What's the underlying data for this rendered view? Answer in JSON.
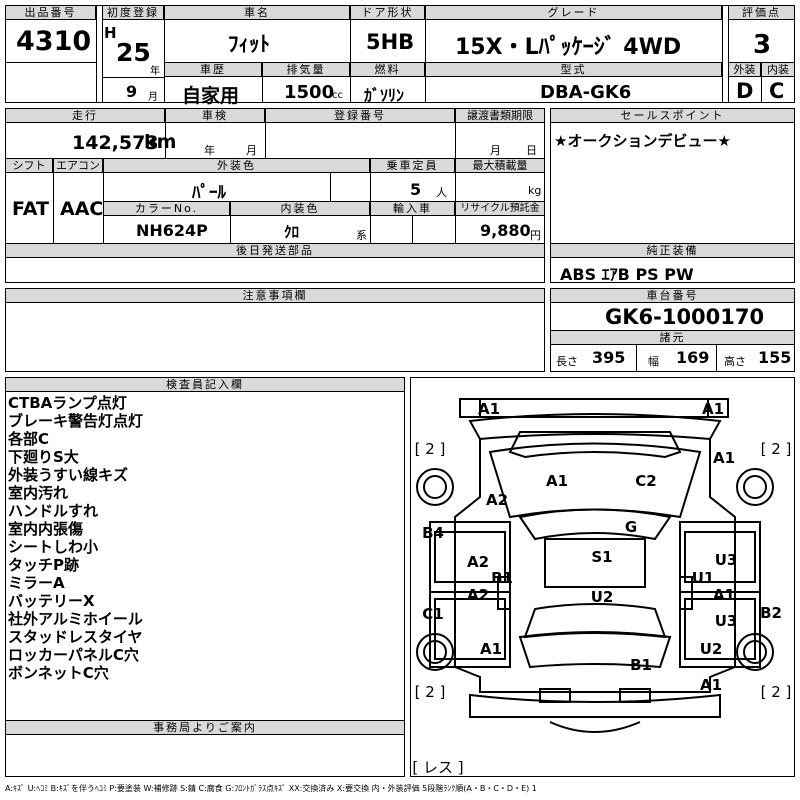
{
  "header": {
    "lot_label": "出品番号",
    "lot_value": "4310",
    "first_reg_label": "初度登録",
    "era": "H",
    "year": "25",
    "year_unit": "年",
    "history_label": "車歴",
    "month": "9",
    "month_unit": "月",
    "history_value": "自家用",
    "name_label": "車名",
    "name_value": "ﾌｨｯﾄ",
    "displacement_label": "排気量",
    "displacement_value": "1500",
    "displacement_unit": "cc",
    "door_label": "ドア形状",
    "door_value": "5HB",
    "fuel_label": "燃料",
    "fuel_value": "ｶﾞｿﾘﾝ",
    "grade_label": "グレード",
    "grade_value": "15X・Lﾊﾟｯｹｰｼﾞ 4WD",
    "model_label": "型式",
    "model_value": "DBA-GK6",
    "score_label": "評価点",
    "score_value": "3",
    "exterior_label": "外装",
    "exterior_value": "D",
    "interior_label": "内装",
    "interior_value": "C"
  },
  "details": {
    "mileage_label": "走行",
    "mileage_value": "142,573",
    "mileage_unit": "km",
    "inspection_label": "車検",
    "inspection_year_unit": "年",
    "inspection_month_unit": "月",
    "registration_label": "登録番号",
    "transfer_label": "譲渡書類期限",
    "transfer_month_unit": "月",
    "transfer_day_unit": "日",
    "shift_label": "シフト",
    "shift_value": "FAT",
    "ac_label": "エアコン",
    "ac_value": "AAC",
    "ext_color_label": "外装色",
    "ext_color_value": "ﾊﾟｰﾙ",
    "capacity_label": "乗車定員",
    "capacity_value": "5",
    "capacity_unit": "人",
    "load_label": "最大積載量",
    "load_unit": "kg",
    "color_no_label": "カラーNo.",
    "color_no_value": "NH624P",
    "int_color_label": "内装色",
    "int_color_value": "ｸﾛ",
    "int_color_unit": "系",
    "import_label": "輸入車",
    "recycle_label": "リサイクル預託金",
    "recycle_value": "9,880",
    "recycle_unit": "円",
    "later_parts_label": "後日発送部品"
  },
  "sales_point": {
    "label": "セールスポイント",
    "value": "★オークションデビュー★"
  },
  "equipment": {
    "label": "純正装備",
    "value": "ABS ｴｱB PS PW"
  },
  "caution": {
    "label": "注意事項欄"
  },
  "chassis": {
    "label": "車台番号",
    "value": "GK6-1000170"
  },
  "specs": {
    "label": "諸元",
    "length_label": "長さ",
    "length_value": "395",
    "width_label": "幅",
    "width_value": "169",
    "height_label": "高さ",
    "height_value": "155"
  },
  "inspector": {
    "label": "検査員記入欄",
    "notes": [
      "CTBAランプ点灯",
      "ブレーキ警告灯点灯",
      "各部C",
      "下廻りS大",
      "外装うすい線キズ",
      "室内汚れ",
      "ハンドルすれ",
      "室内内張傷",
      "シートしわ小",
      "タッチP跡",
      "ミラーA",
      "バッテリーX",
      "社外アルミホイール",
      "スタッドレスタイヤ",
      "ロッカーパネルC穴",
      "ボンネットC穴"
    ]
  },
  "office": {
    "label": "事務局よりご案内"
  },
  "diagram": {
    "tire_marks": [
      "[ 2 ]",
      "[ 2 ]",
      "[ 2 ]",
      "[ 2 ]"
    ],
    "spare_mark": "[ レス ]",
    "marks": [
      "A1",
      "A1",
      "A1",
      "A2",
      "A1",
      "C2",
      "G",
      "B4",
      "A2",
      "B1",
      "S1",
      "U3",
      "U1",
      "A2",
      "A1",
      "C1",
      "U2",
      "U3",
      "B2",
      "A1",
      "U2",
      "B1",
      "A1"
    ]
  },
  "legend": "A:ｷｽﾞ U:ﾍｺﾐ B:ｷｽﾞを伴うﾍｺﾐ P:要塗装 W:補修跡 S:錆 C:腐食 G:ﾌﾛﾝﾄｶﾞﾗｽ点ｷｽﾞ XX:交換済み X:要交換 内・外装評価 5段階ﾗﾝｸ順(A・B・C・D・E) 1"
}
